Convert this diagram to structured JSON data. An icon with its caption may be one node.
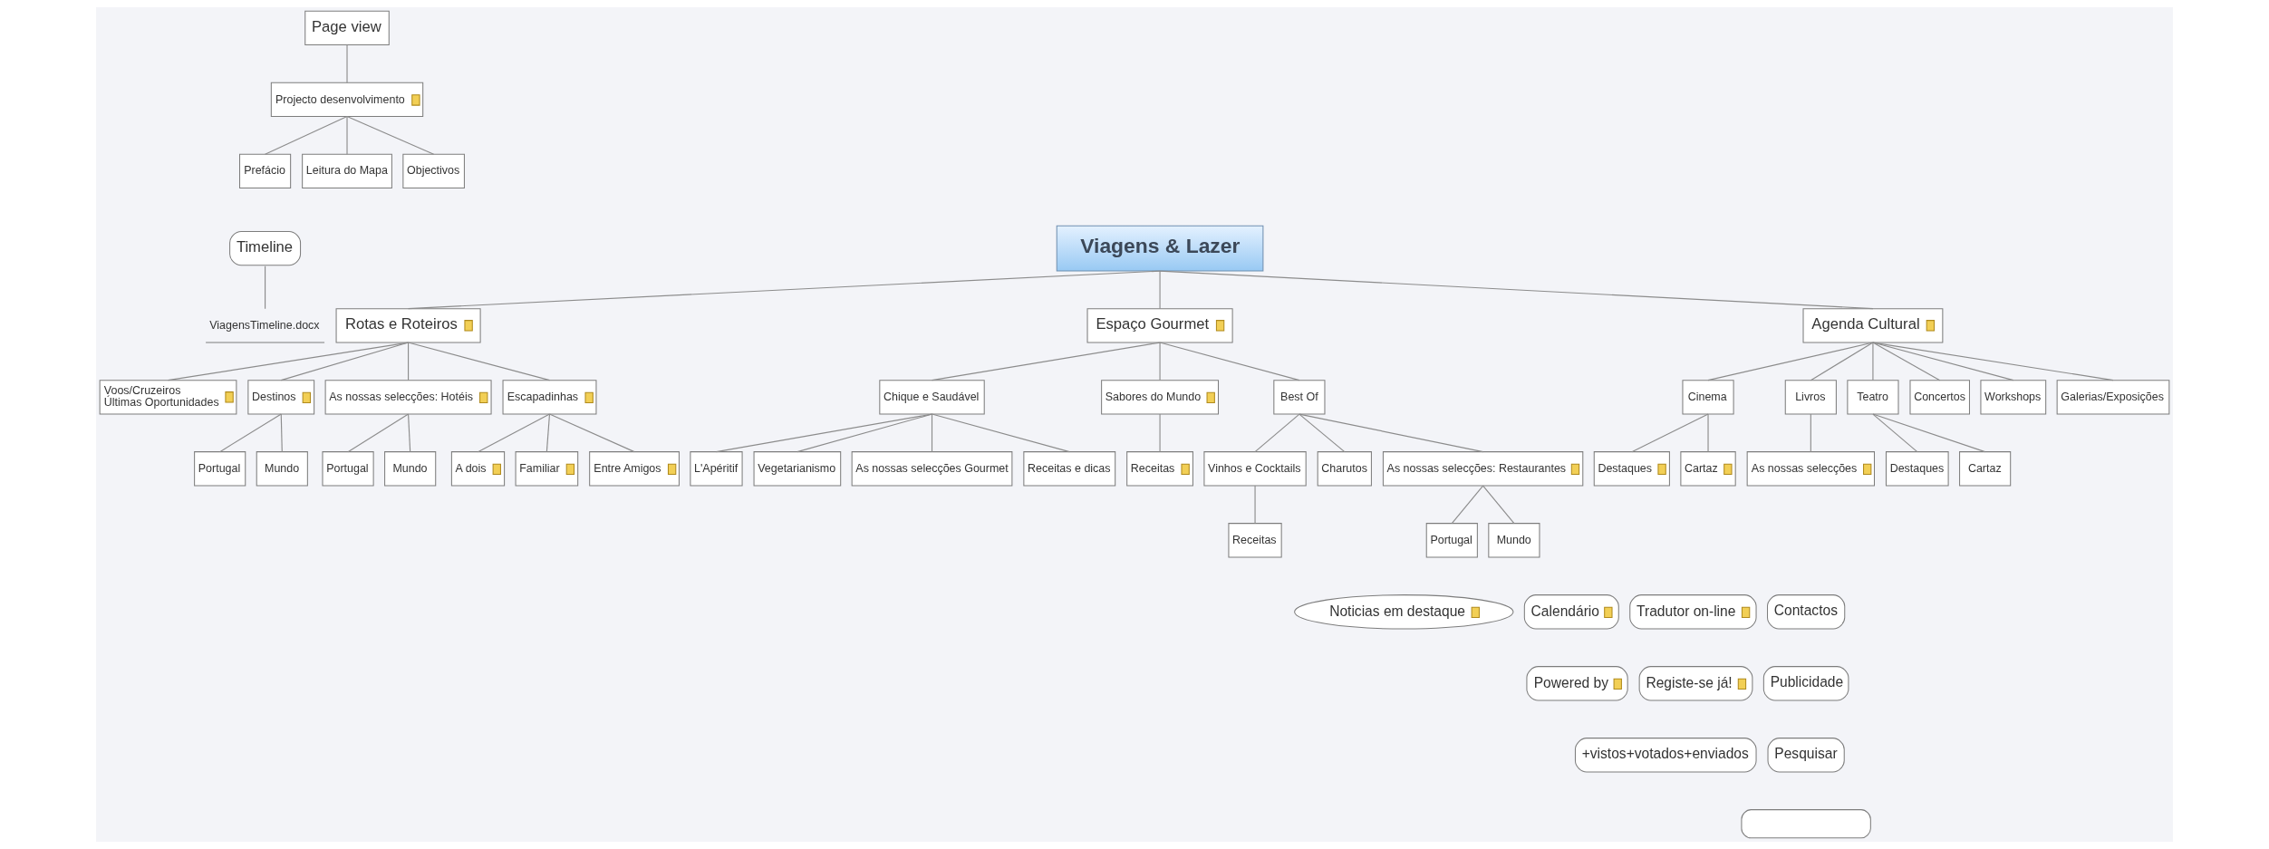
{
  "diagram": {
    "nodes": [
      {
        "text": [
          "Page view"
        ]
      },
      {
        "text": [
          "Projecto desenvolvimento"
        ]
      },
      {
        "text": [
          "Prefácio"
        ]
      },
      {
        "text": [
          "Leitura do Mapa"
        ]
      },
      {
        "text": [
          "Objectivos"
        ]
      },
      {
        "text": [
          "Timeline"
        ]
      },
      {
        "text": [
          "ViagensTimeline.docx"
        ]
      },
      {
        "text": [
          "Viagens & Lazer"
        ]
      },
      {
        "text": [
          "Rotas e Roteiros"
        ]
      },
      {
        "text": [
          "Espaço Gourmet"
        ]
      },
      {
        "text": [
          "Agenda Cultural"
        ]
      },
      {
        "text": [
          "Voos/Cruzeiros Últimas Oportunidades"
        ]
      },
      {
        "text": [
          "Destinos"
        ]
      },
      {
        "text": [
          "Portugal"
        ]
      },
      {
        "text": [
          "Mundo"
        ]
      },
      {
        "text": [
          "As nossas selecções: Hotéis"
        ]
      },
      {
        "text": [
          "Portugal"
        ]
      },
      {
        "text": [
          "Mundo"
        ]
      },
      {
        "text": [
          "Escapadinhas"
        ]
      },
      {
        "text": [
          "A dois"
        ]
      },
      {
        "text": [
          "Familiar"
        ]
      },
      {
        "text": [
          "Entre Amigos"
        ]
      },
      {
        "text": [
          "Chique e Saudável"
        ]
      },
      {
        "text": [
          "L'Apéritif"
        ]
      },
      {
        "text": [
          "Vegetarianismo"
        ]
      },
      {
        "text": [
          "As nossas selecções Gourmet"
        ]
      },
      {
        "text": [
          "Receitas e dicas"
        ]
      },
      {
        "text": [
          "Sabores do Mundo"
        ]
      },
      {
        "text": [
          "Receitas"
        ]
      },
      {
        "text": [
          "Best Of"
        ]
      },
      {
        "text": [
          "Vinhos e Cocktails"
        ]
      },
      {
        "text": [
          "Receitas"
        ]
      },
      {
        "text": [
          "Charutos"
        ]
      },
      {
        "text": [
          "As nossas selecções: Restaurantes"
        ]
      },
      {
        "text": [
          "Portugal"
        ]
      },
      {
        "text": [
          "Mundo"
        ]
      },
      {
        "text": [
          "Cinema"
        ]
      },
      {
        "text": [
          "Destaques"
        ]
      },
      {
        "text": [
          "Cartaz"
        ]
      },
      {
        "text": [
          "Livros"
        ]
      },
      {
        "text": [
          "As nossas selecções"
        ]
      },
      {
        "text": [
          "Teatro"
        ]
      },
      {
        "text": [
          "Destaques"
        ]
      },
      {
        "text": [
          "Cartaz"
        ]
      },
      {
        "text": [
          "Concertos"
        ]
      },
      {
        "text": [
          "Workshops"
        ]
      },
      {
        "text": [
          "Galerias/Exposições"
        ]
      },
      {
        "text": [
          "Noticias em destaque"
        ]
      },
      {
        "text": [
          "Calendário"
        ]
      },
      {
        "text": [
          "Tradutor on-line"
        ]
      },
      {
        "text": [
          "Contactos"
        ]
      },
      {
        "text": [
          "Powered by"
        ]
      },
      {
        "text": [
          "Registe-se já!"
        ]
      },
      {
        "text": [
          "Publicidade"
        ]
      },
      {
        "text": [
          "+vistos+votados+enviados"
        ]
      },
      {
        "text": [
          "Pesquisar"
        ]
      },
      {
        "text": [],
        "shape": "box"
      }
    ],
    "edges": [
      {
        "from": 0,
        "to": 1,
        "arrow": "none"
      },
      {
        "from": 1,
        "to": 2,
        "arrow": "none"
      },
      {
        "from": 1,
        "to": 3,
        "arrow": "none"
      },
      {
        "from": 1,
        "to": 4,
        "arrow": "none"
      },
      {
        "from": 5,
        "to": 6,
        "arrow": "none"
      },
      {
        "from": 7,
        "to": 8,
        "arrow": "none"
      },
      {
        "from": 7,
        "to": 9,
        "arrow": "none"
      },
      {
        "from": 7,
        "to": 10,
        "arrow": "none"
      },
      {
        "from": 8,
        "to": 11,
        "arrow": "none"
      },
      {
        "from": 8,
        "to": 12,
        "arrow": "none"
      },
      {
        "from": 12,
        "to": 13,
        "arrow": "none"
      },
      {
        "from": 12,
        "to": 14,
        "arrow": "none"
      },
      {
        "from": 8,
        "to": 15,
        "arrow": "none"
      },
      {
        "from": 15,
        "to": 16,
        "arrow": "none"
      },
      {
        "from": 15,
        "to": 17,
        "arrow": "none"
      },
      {
        "from": 8,
        "to": 18,
        "arrow": "none"
      },
      {
        "from": 18,
        "to": 19,
        "arrow": "none"
      },
      {
        "from": 18,
        "to": 20,
        "arrow": "none"
      },
      {
        "from": 18,
        "to": 21,
        "arrow": "none"
      },
      {
        "from": 9,
        "to": 22,
        "arrow": "none"
      },
      {
        "from": 22,
        "to": 23,
        "arrow": "none"
      },
      {
        "from": 22,
        "to": 24,
        "arrow": "none"
      },
      {
        "from": 22,
        "to": 25,
        "arrow": "none"
      },
      {
        "from": 22,
        "to": 26,
        "arrow": "none"
      },
      {
        "from": 9,
        "to": 27,
        "arrow": "none"
      },
      {
        "from": 27,
        "to": 28,
        "arrow": "none"
      },
      {
        "from": 9,
        "to": 29,
        "arrow": "none"
      },
      {
        "from": 29,
        "to": 30,
        "arrow": "none"
      },
      {
        "from": 30,
        "to": 31,
        "arrow": "none"
      },
      {
        "from": 29,
        "to": 32,
        "arrow": "none"
      },
      {
        "from": 29,
        "to": 33,
        "arrow": "none"
      },
      {
        "from": 33,
        "to": 34,
        "arrow": "none"
      },
      {
        "from": 33,
        "to": 35,
        "arrow": "none"
      },
      {
        "from": 10,
        "to": 36,
        "arrow": "none"
      },
      {
        "from": 36,
        "to": 37,
        "arrow": "none"
      },
      {
        "from": 36,
        "to": 38,
        "arrow": "none"
      },
      {
        "from": 10,
        "to": 39,
        "arrow": "none"
      },
      {
        "from": 39,
        "to": 40,
        "arrow": "none"
      },
      {
        "from": 10,
        "to": 41,
        "arrow": "none"
      },
      {
        "from": 41,
        "to": 42,
        "arrow": "none"
      },
      {
        "from": 41,
        "to": 43,
        "arrow": "none"
      },
      {
        "from": 10,
        "to": 44,
        "arrow": "none"
      },
      {
        "from": 10,
        "to": 45,
        "arrow": "none"
      },
      {
        "from": 10,
        "to": 46,
        "arrow": "none"
      }
    ]
  }
}
